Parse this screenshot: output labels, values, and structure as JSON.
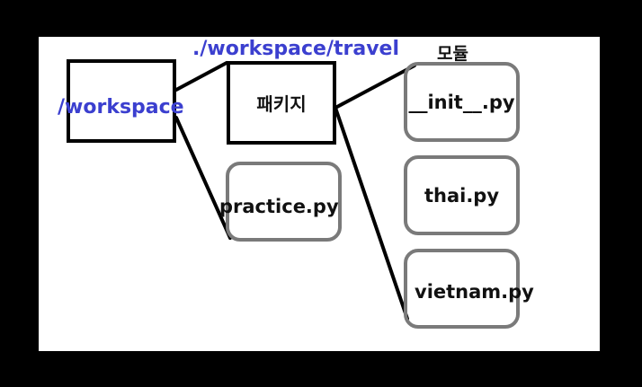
{
  "diagram": {
    "workspace": "/workspace",
    "travel_path": "./workspace/travel",
    "package": "패키지",
    "module": "모듈",
    "init": "__init__.py",
    "practice": "practice.py",
    "thai": "thai.py",
    "vietnam": "vietnam.py"
  },
  "colors": {
    "blue_text": "#3b3fcf",
    "box_border": "#000000",
    "rounded_border": "#7a7a7a",
    "canvas": "#ffffff",
    "background": "#000000"
  }
}
